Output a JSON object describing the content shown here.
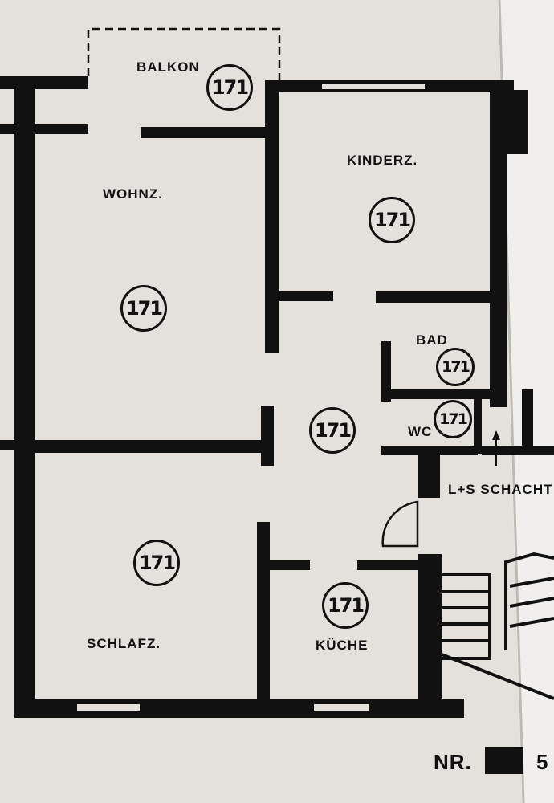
{
  "rooms": {
    "balcony": "BALKON",
    "living_room": "WOHNZ.",
    "childrens_room": "KINDERZ.",
    "bathroom": "BAD",
    "wc": "WC",
    "shaft": "L+S SCHACHT",
    "bedroom": "SCHLAFZ.",
    "kitchen": "KÜCHE"
  },
  "stamp_text": "171",
  "plan_number": "NR.",
  "plan_number_tail": "5",
  "colors": {
    "paper": "#e4e1dc",
    "ink": "#111111",
    "page_edge": "#f0efed"
  }
}
